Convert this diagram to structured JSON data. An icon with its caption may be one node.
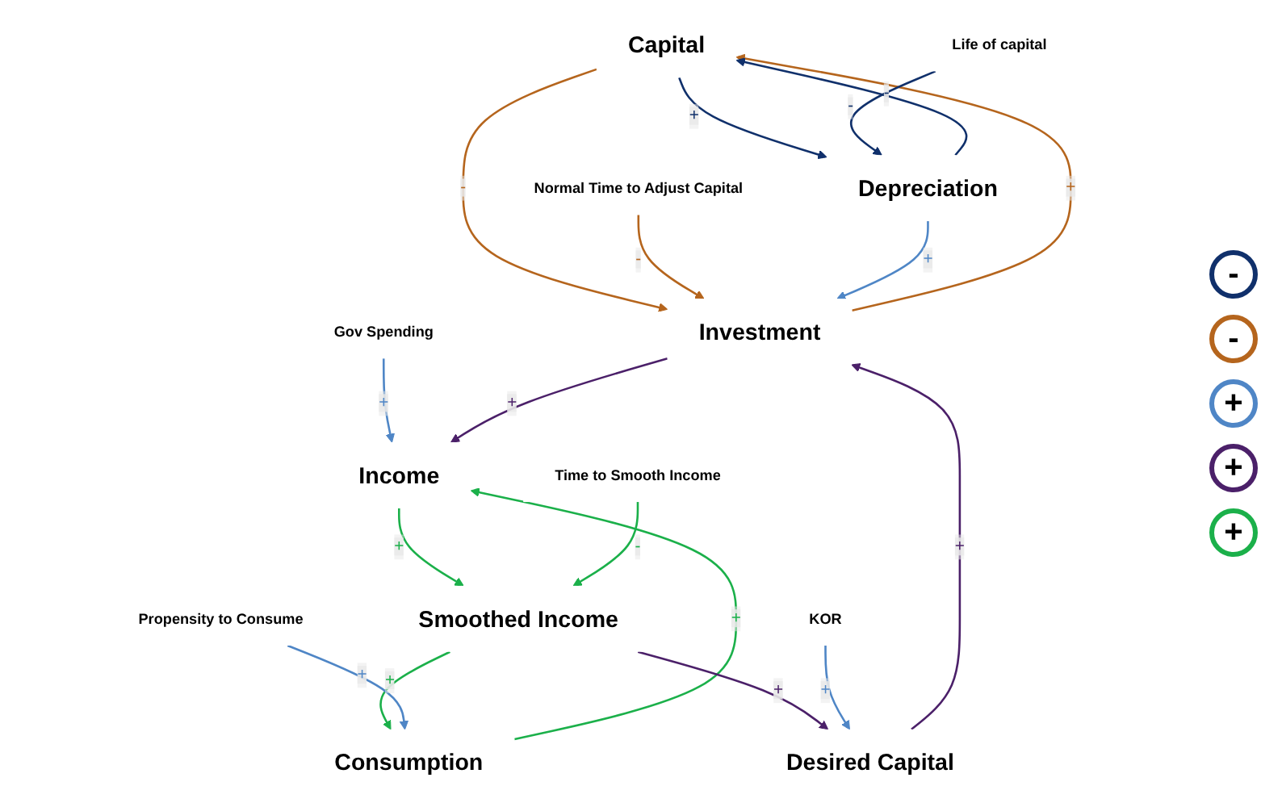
{
  "diagram": {
    "nodes": [
      {
        "text": [
          "Capital"
        ]
      },
      {
        "text": [
          "Gov Spending"
        ]
      },
      {
        "text": [
          "Investment"
        ]
      },
      {
        "text": [
          "Depreciation"
        ]
      },
      {
        "text": [
          "Normal Time to Adjust Capital"
        ]
      },
      {
        "text": [
          "Life of capital"
        ]
      },
      {
        "text": [
          "Income"
        ]
      },
      {
        "text": [
          "Desired Capital"
        ]
      },
      {
        "text": [
          "Consumption"
        ]
      },
      {
        "text": [
          "Smoothed Income"
        ]
      },
      {
        "text": [
          "Propensity to Consume"
        ]
      },
      {
        "text": [
          "KOR"
        ]
      },
      {
        "text": [
          "Time to Smooth Income"
        ]
      }
    ],
    "edges": [
      {
        "from": 2,
        "to": 0,
        "arrow": "to",
        "label": "+",
        "color": "#b5651d"
      },
      {
        "from": 0,
        "to": 2,
        "arrow": "to",
        "label": "-",
        "color": "#b5651d"
      },
      {
        "from": 4,
        "to": 2,
        "arrow": "to",
        "label": "-",
        "color": "#b5651d"
      },
      {
        "from": 0,
        "to": 3,
        "arrow": "to",
        "label": "+",
        "color": "#10306b"
      },
      {
        "from": 3,
        "to": 0,
        "arrow": "to",
        "label": "-",
        "color": "#10306b"
      },
      {
        "from": 5,
        "to": 3,
        "arrow": "to",
        "label": "-",
        "color": "#10306b"
      },
      {
        "from": 3,
        "to": 2,
        "arrow": "to",
        "label": "+",
        "color": "#4f86c6"
      },
      {
        "from": 1,
        "to": 6,
        "arrow": "to",
        "label": "+",
        "color": "#4f86c6"
      },
      {
        "from": 2,
        "to": 6,
        "arrow": "to",
        "label": "+",
        "color": "#4b2069"
      },
      {
        "from": 7,
        "to": 2,
        "arrow": "to",
        "label": "+",
        "color": "#4b2069"
      },
      {
        "from": 6,
        "to": 9,
        "arrow": "to",
        "label": "+",
        "color": "#1bb04a"
      },
      {
        "from": 9,
        "to": 8,
        "arrow": "to",
        "label": "+",
        "color": "#1bb04a"
      },
      {
        "from": 8,
        "to": 6,
        "arrow": "to",
        "label": "+",
        "color": "#1bb04a"
      },
      {
        "from": 10,
        "to": 8,
        "arrow": "to",
        "label": "+",
        "color": "#4f86c6"
      },
      {
        "from": 9,
        "to": 7,
        "arrow": "to",
        "label": "+",
        "color": "#4b2069"
      },
      {
        "from": 11,
        "to": 7,
        "arrow": "to",
        "label": "+",
        "color": "#4f86c6"
      },
      {
        "from": 12,
        "to": 9,
        "arrow": "to",
        "label": "-",
        "color": "#1bb04a"
      }
    ],
    "labels": [
      "-",
      "-",
      "+",
      "+",
      "+"
    ]
  }
}
